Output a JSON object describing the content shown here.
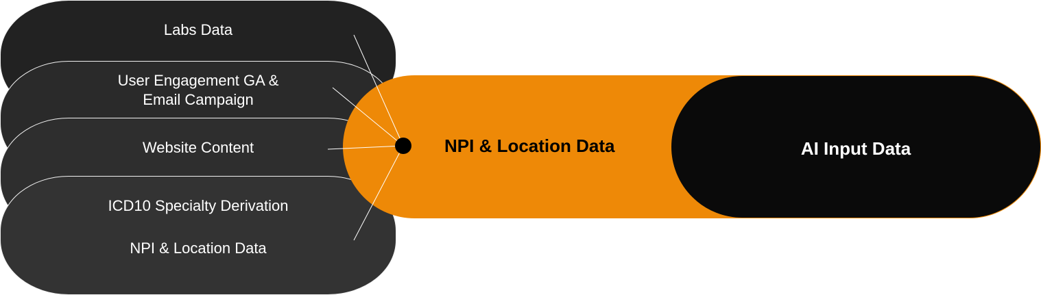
{
  "sources": [
    {
      "label": "Labs Data"
    },
    {
      "label": "User Engagement GA &\nEmail Campaign"
    },
    {
      "label": "Website Content"
    },
    {
      "label": "ICD10 Specialty Derivation"
    },
    {
      "label": "NPI & Location Data"
    }
  ],
  "hub": {
    "label": "NPI & Location Data"
  },
  "output": {
    "label": "AI Input Data"
  },
  "colors": {
    "accent": "#ee8907",
    "output_bg": "#0a0a0a",
    "source_bg": "#2e2e2e"
  }
}
